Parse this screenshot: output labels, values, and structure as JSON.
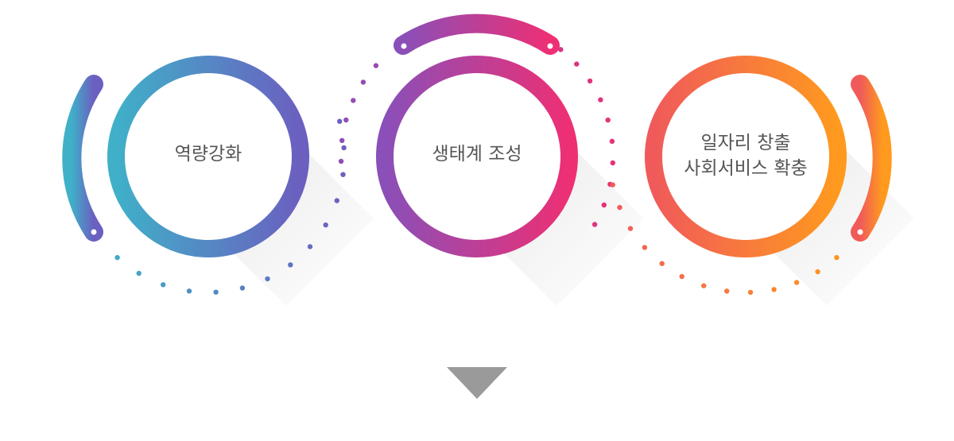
{
  "steps": [
    {
      "id": "capacity",
      "lines": [
        "역량강화"
      ]
    },
    {
      "id": "ecosystem",
      "lines": [
        "생태계 조성"
      ]
    },
    {
      "id": "jobs",
      "lines": [
        "일자리 창출",
        "사회서비스 확충"
      ]
    }
  ],
  "colors": {
    "step1_start": "#3fb0c8",
    "step1_end": "#6b5fc0",
    "step2_start": "#8a4fb8",
    "step2_end": "#ee2f74",
    "step3_start": "#f05a5a",
    "step3_end": "#ff9a1e",
    "arrow": "#9a9a9a",
    "text": "#555555"
  },
  "arrow_icon": "triangle-down-icon"
}
